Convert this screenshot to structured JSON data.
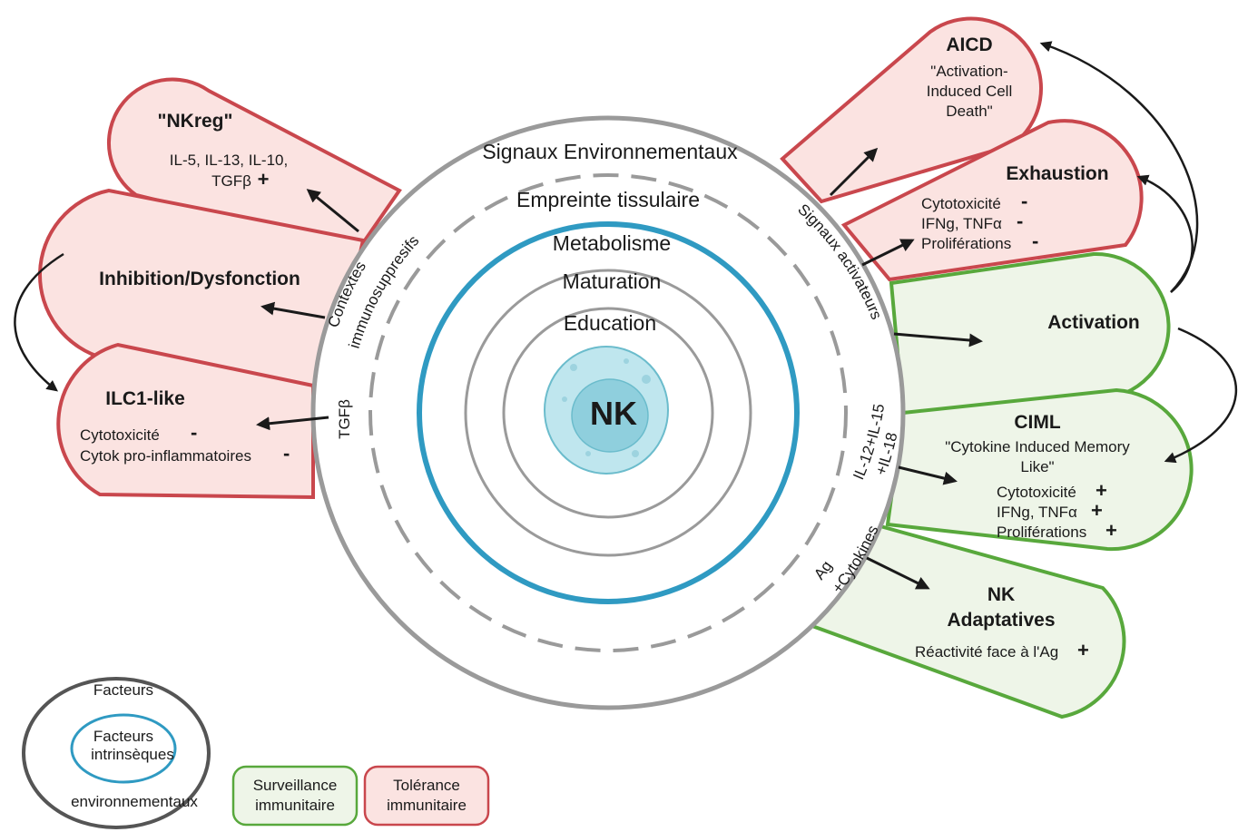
{
  "rings": {
    "environmental": "Signaux Environnementaux",
    "tissue": "Empreinte tissulaire",
    "metabolism": "Metabolisme",
    "maturation": "Maturation",
    "education": "Education",
    "center": "NK"
  },
  "signals": {
    "immunosuppressive_1": "Contextes",
    "immunosuppressive_2": "immunosuppresifs",
    "tgfb": "TGFβ",
    "activating": "Signaux activateurs",
    "il_1": "IL-12+IL-15",
    "il_2": "+IL-18",
    "ag_1": "Ag",
    "ag_2": "+Cytokines"
  },
  "petals": {
    "nkreg": {
      "title": "\"NKreg\"",
      "line1": "IL-5, IL-13, IL-10,",
      "line2": "TGFβ",
      "sign": "+"
    },
    "inhibition": {
      "title": "Inhibition/Dysfonction"
    },
    "ilc1": {
      "title": "ILC1-like",
      "line1": "Cytotoxicité",
      "sign1": "-",
      "line2": "Cytok pro-inflammatoires",
      "sign2": "-"
    },
    "aicd": {
      "title": "AICD",
      "line1": "\"Activation-",
      "line2": "Induced Cell",
      "line3": "Death\""
    },
    "exhaustion": {
      "title": "Exhaustion",
      "line1": "Cytotoxicité",
      "line2": "IFNg, TNFα",
      "line3": "Proliférations",
      "sign": "-"
    },
    "activation": {
      "title": "Activation"
    },
    "ciml": {
      "title": "CIML",
      "sub1": "\"Cytokine Induced Memory",
      "sub2": "Like\"",
      "line1": "Cytotoxicité",
      "line2": "IFNg, TNFα",
      "line3": "Proliférations",
      "sign": "+"
    },
    "adaptive": {
      "title1": "NK",
      "title2": "Adaptatives",
      "line1": "Réactivité face à l'Ag",
      "sign": "+"
    }
  },
  "legend": {
    "outer": "Facteurs",
    "outer_bottom": "environnementaux",
    "inner_1": "Facteurs",
    "inner_2": "intrinsèques",
    "surveillance_1": "Surveillance",
    "surveillance_2": "immunitaire",
    "tolerance_1": "Tolérance",
    "tolerance_2": "immunitaire"
  },
  "colors": {
    "tolerance_stroke": "#c9474d",
    "tolerance_fill": "#fbe3e1",
    "surveillance_stroke": "#58a83c",
    "surveillance_fill": "#eef5e8",
    "ring_gray": "#9a9a9a",
    "metabolism_blue": "#2f9ac2",
    "nk_cell": "#a6dbe6"
  }
}
